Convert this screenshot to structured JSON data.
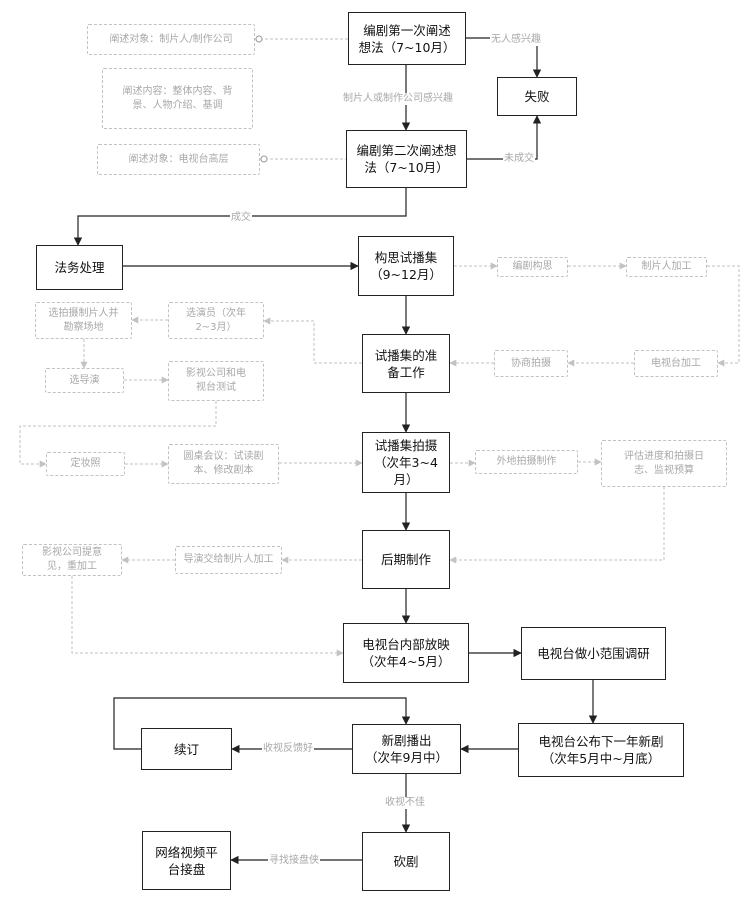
{
  "nodes": {
    "first_pitch": "编剧第一次阐述\n想法（7~10月）",
    "fail": "失败",
    "second_pitch": "编剧第二次阐述想\n法（7~10月）",
    "legal": "法务处理",
    "concept_pilot": "构思试播集\n（9~12月）",
    "writer_idea": "编剧构思",
    "producer_edit": "制片人加工",
    "select_location": "选拍摄制片人并\n勘察场地",
    "select_actors": "选演员（次年\n2~3月）",
    "pilot_prep": "试播集的准\n备工作",
    "negotiate_shoot": "协商拍摄",
    "tv_edit": "电视台加工",
    "select_director": "选导演",
    "tv_test": "影视公司和电\n视台测试",
    "makeup_photo": "定妆照",
    "table_read": "圆桌会议：试读剧\n本、修改剧本",
    "pilot_shoot": "试播集拍摄\n（次年3~4\n月）",
    "location_shoot": "外地拍摄制作",
    "progress_eval": "评估进度和拍摄日\n志、监视预算",
    "studio_feedback": "影视公司提意\n见，重加工",
    "director_to_producer": "导演交给制片人加工",
    "post_production": "后期制作",
    "internal_screening": "电视台内部放映\n（次年4~5月）",
    "small_survey": "电视台做小范围调研",
    "renew": "续订",
    "premiere": "新剧播出\n（次年9月中）",
    "announce": "电视台公布下一年新剧\n（次年5月中~月底）",
    "online_platform": "网络视频平\n台接盘",
    "cancel": "砍剧"
  },
  "notes": {
    "audience_producer": "阐述对象：制片人/制作公司",
    "content": "阐述内容：整体内容、背\n景、人物介绍、基调",
    "audience_tv": "阐述对象：电视台高层"
  },
  "edge_labels": {
    "no_interest": "无人感兴趣",
    "producer_interested": "制片人或制作公司感兴趣",
    "not_deal": "未成交",
    "deal": "成交",
    "ratings_feedback": "收视反馈好",
    "ratings_poor": "收视不佳",
    "find_taker": "寻找接盘侠"
  },
  "colors": {
    "solid": "#222222",
    "dashed": "#c2c2c2",
    "muted_text": "#a8a8a8"
  }
}
